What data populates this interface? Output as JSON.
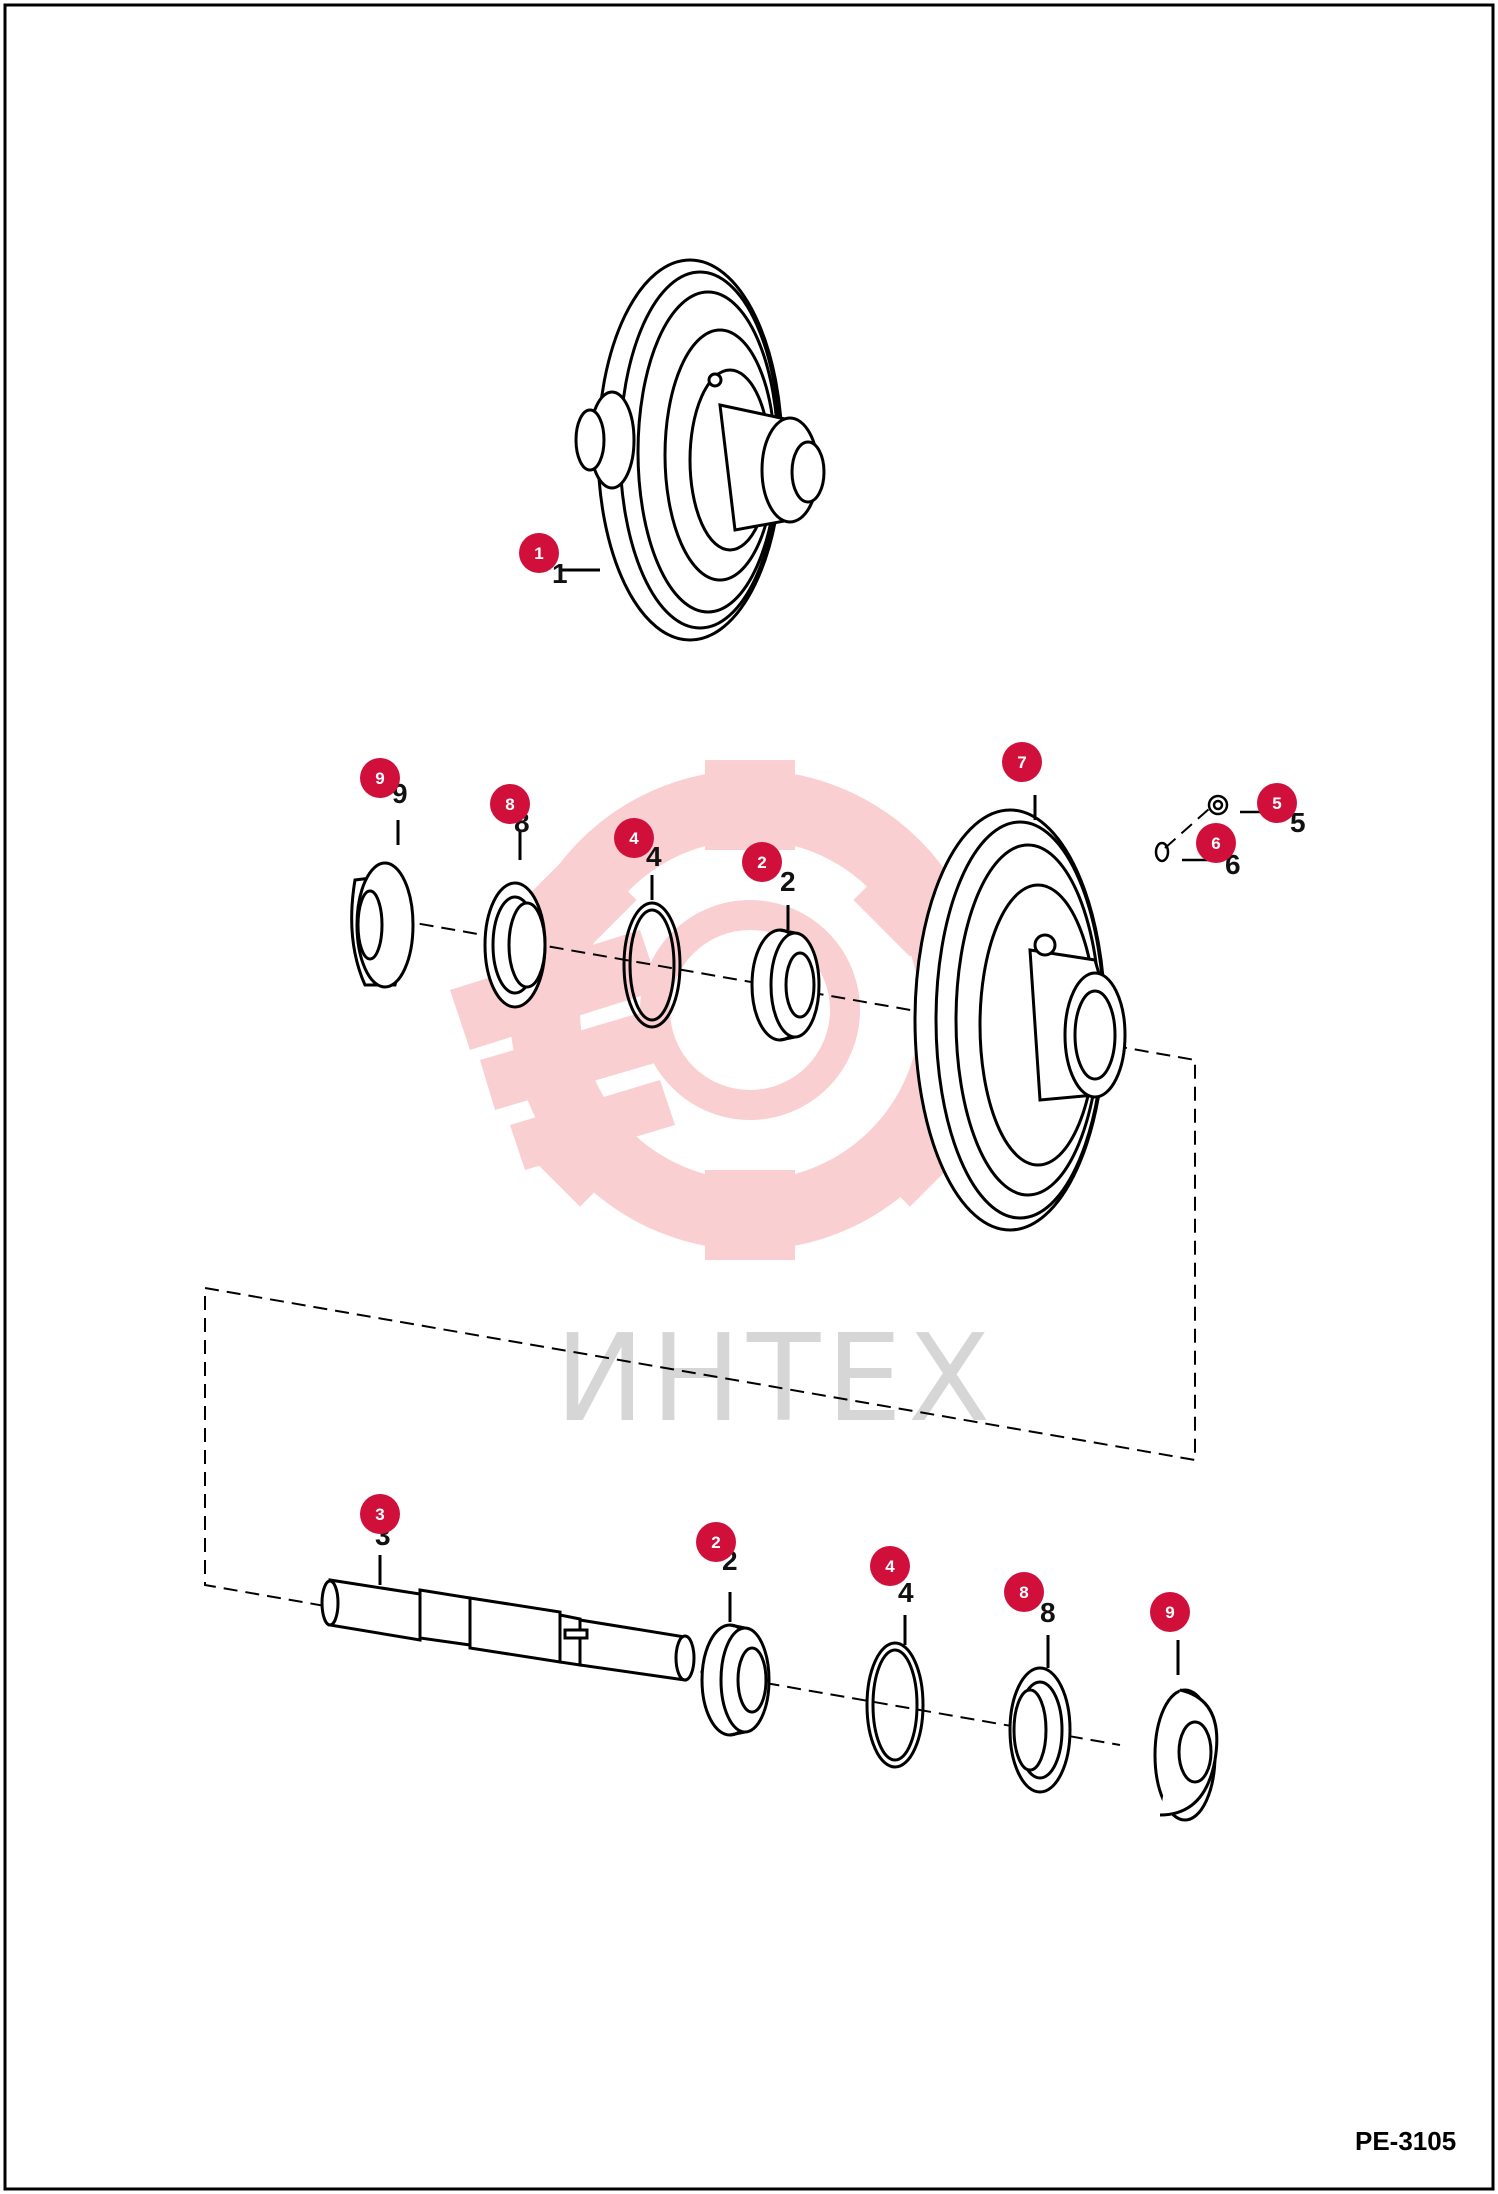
{
  "watermark": {
    "text": "ИНТЕХ",
    "color": "#f5a9ad"
  },
  "figure_code": "PE-3105",
  "callout_color": "#d0103a",
  "callouts": [
    {
      "id": "c1",
      "label": "1"
    },
    {
      "id": "c9a",
      "label": "9"
    },
    {
      "id": "c8a",
      "label": "8"
    },
    {
      "id": "c4a",
      "label": "4"
    },
    {
      "id": "c2a",
      "label": "2"
    },
    {
      "id": "c7",
      "label": "7"
    },
    {
      "id": "c5",
      "label": "5"
    },
    {
      "id": "c6",
      "label": "6"
    },
    {
      "id": "c3",
      "label": "3"
    },
    {
      "id": "c2b",
      "label": "2"
    },
    {
      "id": "c4b",
      "label": "4"
    },
    {
      "id": "c8b",
      "label": "8"
    },
    {
      "id": "c9b",
      "label": "9"
    }
  ],
  "part_numbers": [
    {
      "id": "n1",
      "label": "1"
    },
    {
      "id": "n9a",
      "label": "9"
    },
    {
      "id": "n8a",
      "label": "8"
    },
    {
      "id": "n4a",
      "label": "4"
    },
    {
      "id": "n2a",
      "label": "2"
    },
    {
      "id": "n5",
      "label": "5"
    },
    {
      "id": "n6",
      "label": "6"
    },
    {
      "id": "n3",
      "label": "3"
    },
    {
      "id": "n2b",
      "label": "2"
    },
    {
      "id": "n4b",
      "label": "4"
    },
    {
      "id": "n8b",
      "label": "8"
    }
  ],
  "parts": [
    {
      "id": "idler-assembly",
      "icon": "idler-wheel-assembly-icon"
    },
    {
      "id": "idler-wheel",
      "icon": "idler-wheel-icon"
    },
    {
      "id": "axle-shaft",
      "icon": "shaft-icon"
    },
    {
      "id": "bearing-top",
      "icon": "bearing-icon"
    },
    {
      "id": "bearing-bottom",
      "icon": "bearing-icon"
    },
    {
      "id": "oring-top",
      "icon": "o-ring-icon"
    },
    {
      "id": "oring-bottom",
      "icon": "o-ring-icon"
    },
    {
      "id": "seal-top",
      "icon": "seal-icon"
    },
    {
      "id": "seal-bottom",
      "icon": "seal-icon"
    },
    {
      "id": "cap-top",
      "icon": "end-cap-icon"
    },
    {
      "id": "cap-bottom",
      "icon": "end-cap-icon"
    },
    {
      "id": "plug",
      "icon": "plug-icon"
    },
    {
      "id": "plug-oring",
      "icon": "o-ring-icon"
    }
  ]
}
